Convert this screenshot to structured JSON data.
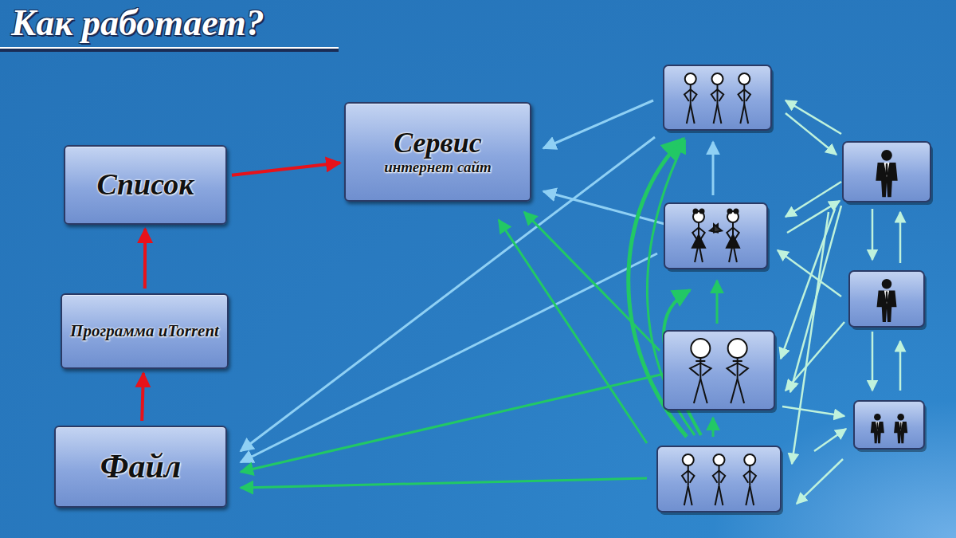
{
  "diagram": {
    "title": "Как работает?",
    "nodes": [
      {
        "text": [
          "Список"
        ]
      },
      {
        "text": [
          "Сервис",
          "интернет сайт"
        ]
      },
      {
        "text": [
          "Программа uTorrent"
        ]
      },
      {
        "text": [
          "Файл"
        ]
      }
    ],
    "edges": [
      {
        "from": 3,
        "to": 2,
        "arrow": "to"
      },
      {
        "from": 2,
        "to": 0,
        "arrow": "to"
      },
      {
        "from": 0,
        "to": 1,
        "arrow": "to"
      }
    ]
  }
}
